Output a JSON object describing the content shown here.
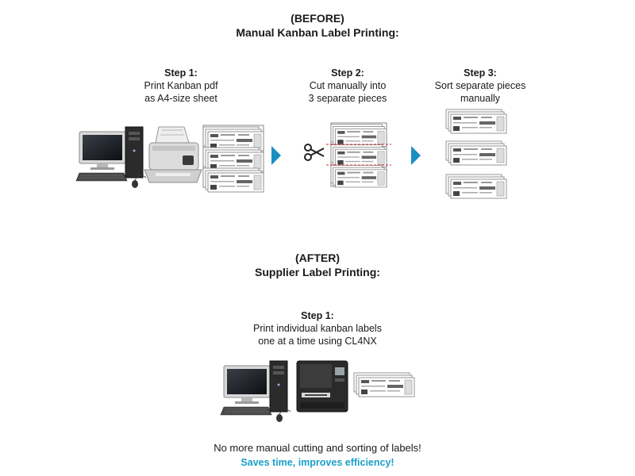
{
  "before": {
    "label": "(BEFORE)",
    "title": "Manual Kanban Label Printing:",
    "steps": [
      {
        "title": "Step 1:",
        "line1": "Print Kanban pdf",
        "line2": "as A4-size sheet"
      },
      {
        "title": "Step 2:",
        "line1": "Cut manually into",
        "line2": "3 separate pieces"
      },
      {
        "title": "Step 3:",
        "line1": "Sort separate pieces",
        "line2": "manually"
      }
    ]
  },
  "after": {
    "label": "(AFTER)",
    "title": "Supplier Label Printing:",
    "step": {
      "title": "Step 1:",
      "line1": "Print individual kanban labels",
      "line2": "one at a time using CL4NX"
    }
  },
  "footer": {
    "line1": "No more manual cutting and sorting of labels!",
    "line2": "Saves time, improves efficiency!"
  },
  "colors": {
    "arrow": "#1a8fc4",
    "accent": "#1aa0c8",
    "cut_line": "#d9262b"
  },
  "icons": [
    "desktop-computer-icon",
    "scanner-printer-icon",
    "scissors-icon",
    "label-printer-icon",
    "label-sheet-icon"
  ]
}
